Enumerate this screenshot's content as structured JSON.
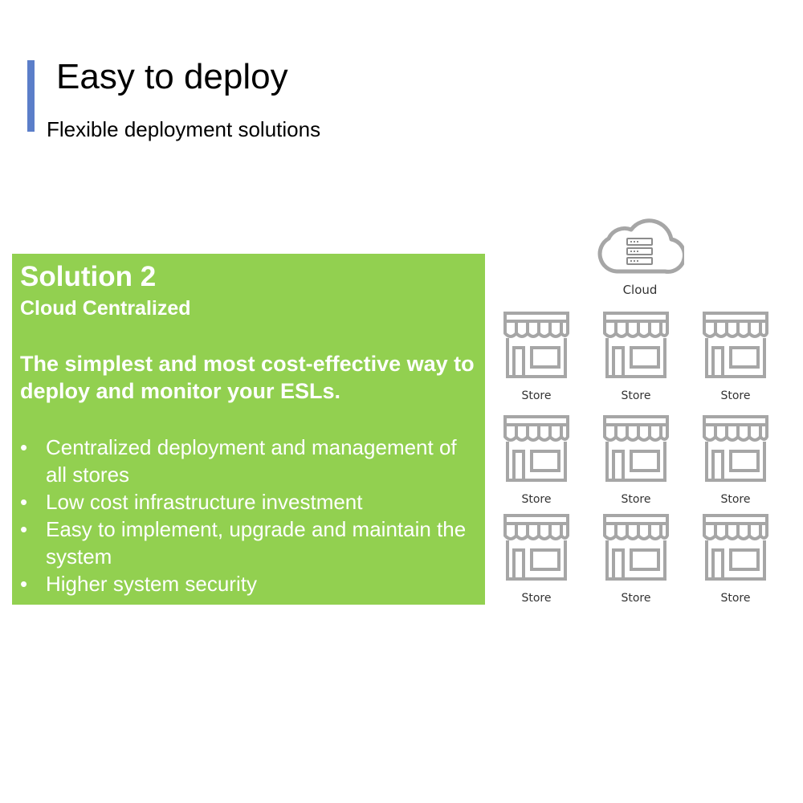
{
  "header": {
    "title": "Easy to deploy",
    "subtitle": "Flexible deployment solutions",
    "accent_color": "#5b7ec9"
  },
  "panel": {
    "background_color": "#92d050",
    "heading": "Solution 2",
    "subheading": "Cloud Centralized",
    "tagline": "The simplest and most cost-effective way to deploy and monitor your ESLs.",
    "bullet_symbol": "•",
    "bullets": [
      "Centralized deployment and management of all stores",
      "Low cost infrastructure investment",
      "Easy to implement, upgrade and maintain the system",
      "Higher system security"
    ]
  },
  "diagram": {
    "icon_color": "#a6a6a6",
    "cloud": {
      "label": "Cloud",
      "icon": "cloud-server-icon"
    },
    "stores": [
      {
        "label": "Store",
        "icon": "storefront-icon"
      },
      {
        "label": "Store",
        "icon": "storefront-icon"
      },
      {
        "label": "Store",
        "icon": "storefront-icon"
      },
      {
        "label": "Store",
        "icon": "storefront-icon"
      },
      {
        "label": "Store",
        "icon": "storefront-icon"
      },
      {
        "label": "Store",
        "icon": "storefront-icon"
      },
      {
        "label": "Store",
        "icon": "storefront-icon"
      },
      {
        "label": "Store",
        "icon": "storefront-icon"
      },
      {
        "label": "Store",
        "icon": "storefront-icon"
      }
    ]
  }
}
